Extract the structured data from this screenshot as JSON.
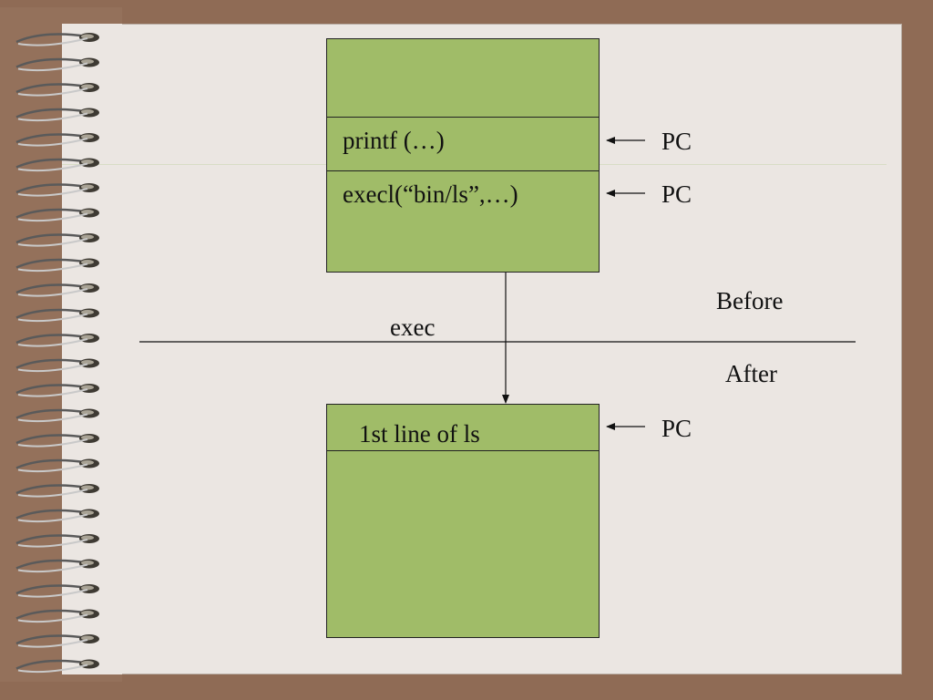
{
  "diagram": {
    "before_block": {
      "row_printf": "printf (…)",
      "row_execl": "execl(“bin/ls”,…)"
    },
    "after_block": {
      "row_first": "1st line of ls"
    },
    "pointers": [
      "PC",
      "PC",
      "PC"
    ],
    "transition_label": "exec",
    "region_before": "Before",
    "region_after": "After"
  },
  "colors": {
    "block_fill": "#a0bc68",
    "paper": "#ebe6e2",
    "frame": "#8f6b55"
  }
}
